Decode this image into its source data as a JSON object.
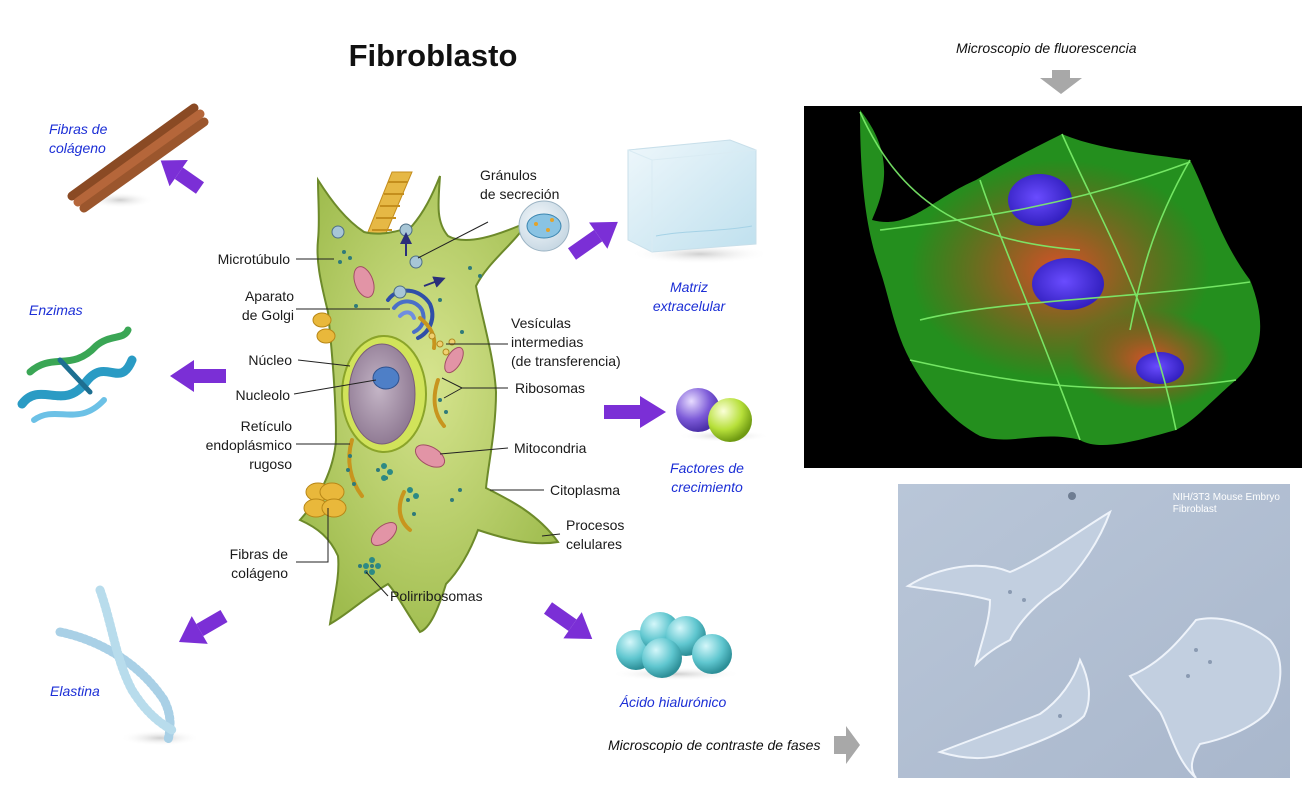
{
  "title": "Fibroblasto",
  "structure_labels": {
    "microtubulo": "Microtúbulo",
    "aparato_golgi_1": "Aparato",
    "aparato_golgi_2": "de Golgi",
    "nucleo": "Núcleo",
    "nucleolo": "Nucleolo",
    "reticulo_1": "Retículo",
    "reticulo_2": "endoplásmico",
    "reticulo_3": "rugoso",
    "fibras_colageno_1": "Fibras de",
    "fibras_colageno_2": "colágeno",
    "granulos_1": "Gránulos",
    "granulos_2": "de secreción",
    "vesiculas_1": "Vesículas",
    "vesiculas_2": "intermedias",
    "vesiculas_3": "(de transferencia)",
    "ribosomas": "Ribosomas",
    "mitocondria": "Mitocondria",
    "citoplasma": "Citoplasma",
    "procesos_1": "Procesos",
    "procesos_2": "celulares",
    "polirribosomas": "Polirribosomas"
  },
  "products": {
    "fibras_colageno_1": "Fibras de",
    "fibras_colageno_2": "colágeno",
    "enzimas": "Enzimas",
    "elastina": "Elastina",
    "matriz_1": "Matriz",
    "matriz_2": "extracelular",
    "factores_1": "Factores de",
    "factores_2": "crecimiento",
    "acido": "Ácido hialurónico"
  },
  "microscopy": {
    "fluorescence_label": "Microscopio de fluorescencia",
    "phase_label": "Microscopio de contraste de fases",
    "phase_caption_1": "NIH/3T3 Mouse Embryo",
    "phase_caption_2": "Fibroblast"
  },
  "colors": {
    "arrow_purple": "#7b2fd6",
    "product_blue": "#1c2fd6",
    "cell_green": "#b7cf6a",
    "gray_arrow": "#a8a8a8"
  }
}
